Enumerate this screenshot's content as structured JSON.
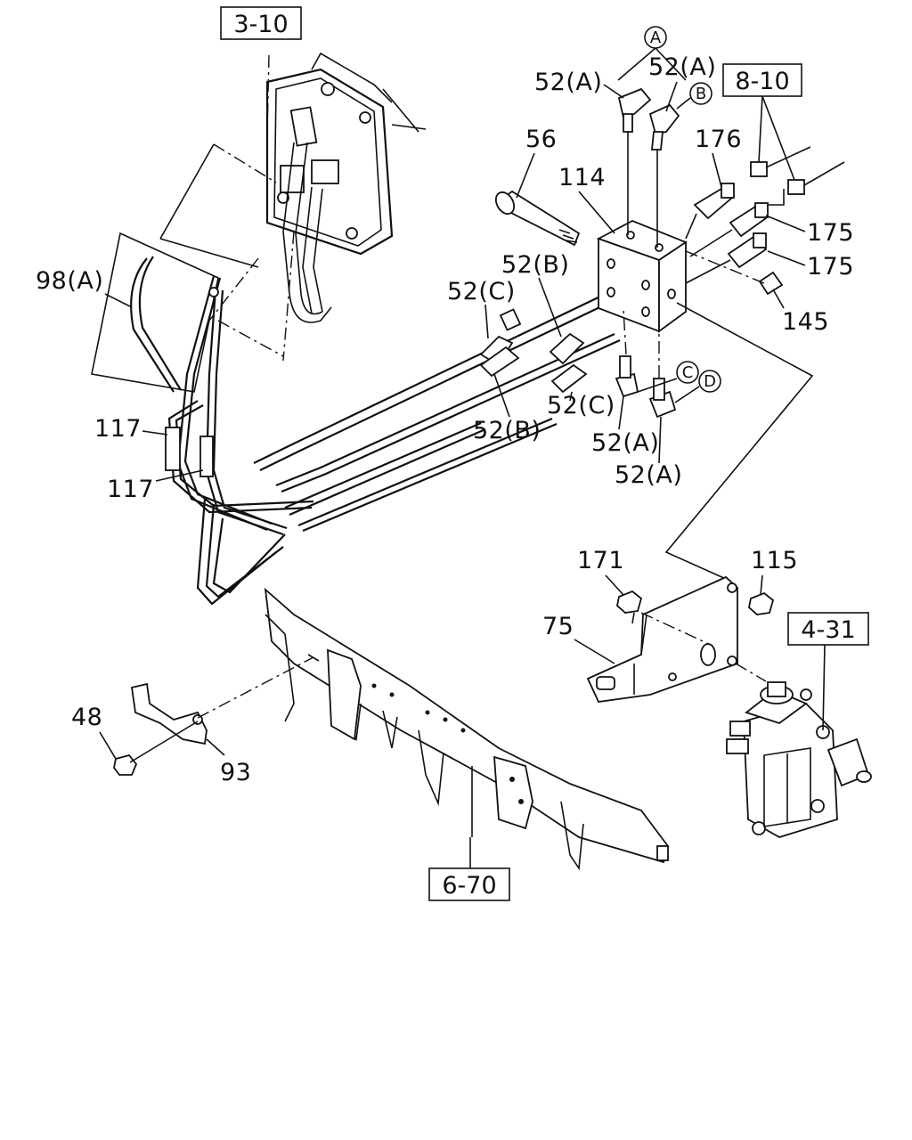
{
  "refs": {
    "r_3_10": "3-10",
    "r_8_10": "8-10",
    "r_4_31": "4-31",
    "r_6_70": "6-70"
  },
  "callouts": {
    "A": "A",
    "B": "B",
    "C": "C",
    "D": "D"
  },
  "parts": {
    "p52A_top_left": "52(A)",
    "p52A_top_right": "52(A)",
    "p56": "56",
    "p114": "114",
    "p176": "176",
    "p175_a": "175",
    "p175_b": "175",
    "p145": "145",
    "p98A": "98(A)",
    "p52B_upper": "52(B)",
    "p52C_upper": "52(C)",
    "p52C_lower": "52(C)",
    "p52B_lower": "52(B)",
    "p52A_low_1": "52(A)",
    "p52A_low_2": "52(A)",
    "p117_a": "117",
    "p117_b": "117",
    "p171": "171",
    "p115": "115",
    "p75": "75",
    "p48": "48",
    "p93": "93"
  }
}
